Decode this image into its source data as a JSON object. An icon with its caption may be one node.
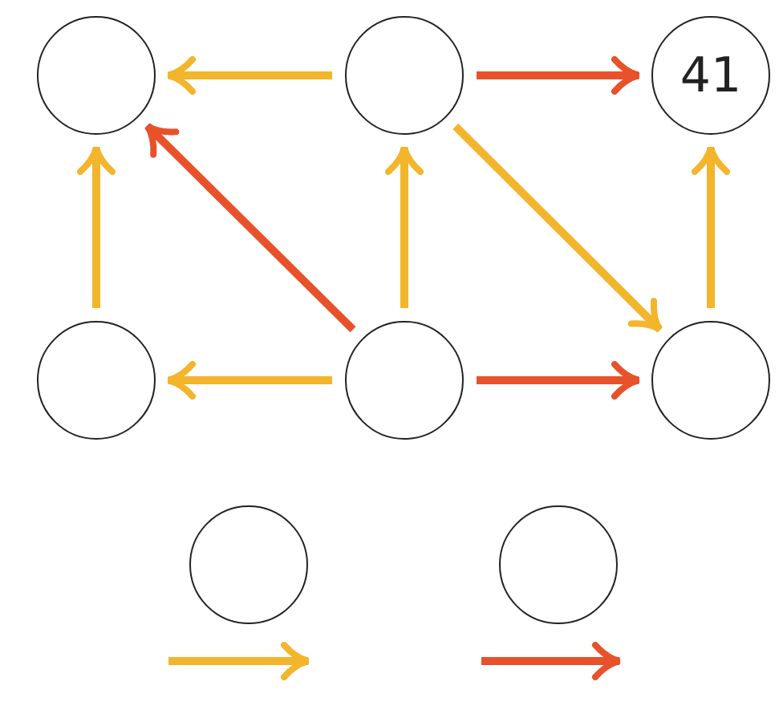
{
  "diagram": {
    "nodes": [
      {
        "text": [],
        "shape": "circle"
      },
      {
        "text": [],
        "shape": "circle"
      },
      {
        "text": [
          "41"
        ]
      },
      {
        "text": [],
        "shape": "circle"
      },
      {
        "text": [],
        "shape": "circle"
      },
      {
        "text": [],
        "shape": "circle"
      },
      {
        "text": [],
        "shape": "circle"
      },
      {
        "text": [],
        "shape": "circle"
      }
    ],
    "edges": [
      {
        "from": 1,
        "to": 0,
        "arrow": "to"
      },
      {
        "from": 1,
        "to": 2,
        "arrow": "to",
        "color": "#e8522b"
      },
      {
        "from": 3,
        "to": 0,
        "arrow": "to"
      },
      {
        "from": 4,
        "to": 0,
        "arrow": "to",
        "color": "#e8522b"
      },
      {
        "from": 4,
        "to": 1,
        "arrow": "to"
      },
      {
        "from": 1,
        "to": 5,
        "arrow": "to"
      },
      {
        "from": 5,
        "to": 2,
        "arrow": "to"
      },
      {
        "from": 4,
        "to": 3,
        "arrow": "to"
      },
      {
        "from": 4,
        "to": 5,
        "arrow": "to",
        "color": "#e8522b"
      }
    ]
  }
}
